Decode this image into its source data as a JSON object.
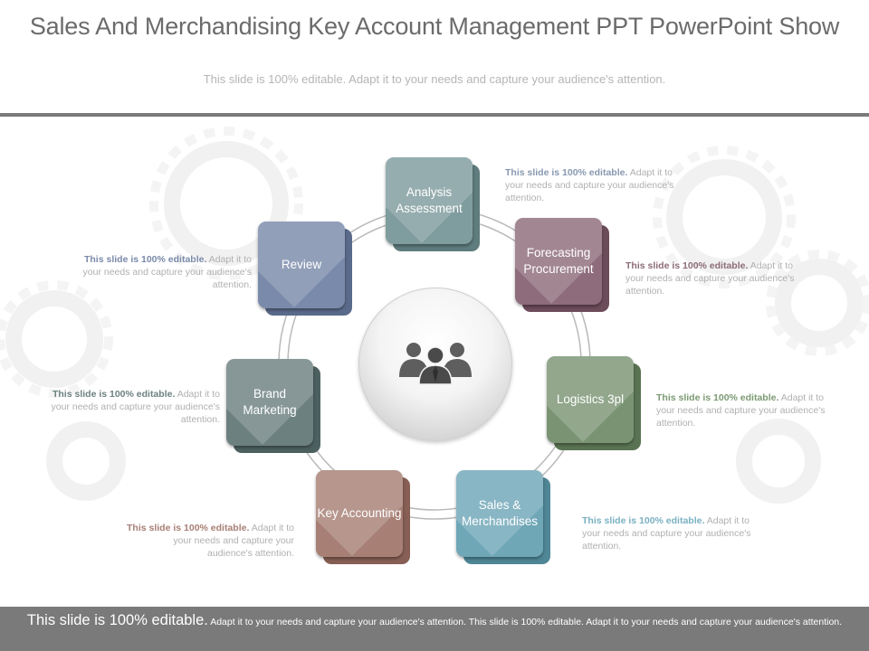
{
  "title": "Sales And Merchandising Key Account Management PPT PowerPoint Show",
  "subtitle": "This slide is 100% editable. Adapt it to your needs and capture your audience's attention.",
  "center_icon": "team-people-icon",
  "tiles": [
    {
      "label": "Analysis Assessment",
      "color": "#7f9c9e"
    },
    {
      "label": "Forecasting Procurement",
      "color": "#8e6c7b"
    },
    {
      "label": "Logistics 3pl",
      "color": "#7a9473"
    },
    {
      "label": "Sales & Merchandises",
      "color": "#6fa7b7"
    },
    {
      "label": "Key Accounting",
      "color": "#a77f75"
    },
    {
      "label": "Brand Marketing",
      "color": "#6d8080"
    },
    {
      "label": "Review",
      "color": "#7a8aaa"
    }
  ],
  "notes": [
    {
      "highlight": "This slide is 100% editable.",
      "rest": " Adapt it to your needs and capture your audience's attention.",
      "color": "#8898b0"
    },
    {
      "highlight": "This slide is 100% editable.",
      "rest": " Adapt it to your needs and capture your audience's attention.",
      "color": "#8c6b78"
    },
    {
      "highlight": "This slide is 100% editable.",
      "rest": " Adapt it to your needs and capture your audience's attention.",
      "color": "#7b9a72"
    },
    {
      "highlight": "This slide is 100% editable.",
      "rest": " Adapt it to your needs and capture your audience's attention.",
      "color": "#7ab0c2"
    },
    {
      "highlight": "This slide is 100% editable.",
      "rest": " Adapt it to your needs and capture your audience's attention.",
      "color": "#a77f75"
    },
    {
      "highlight": "This slide is 100% editable.",
      "rest": " Adapt it to your needs and capture your audience's attention.",
      "color": "#6d8080"
    },
    {
      "highlight": "This slide is 100% editable.",
      "rest": " Adapt it to your needs and capture your audience's attention.",
      "color": "#7a8aaa"
    }
  ],
  "footer": {
    "big": "This slide is 100% editable.",
    "small": " Adapt it to your needs and capture your audience's attention. This slide is 100% editable. Adapt it to your needs and capture your audience's attention."
  }
}
